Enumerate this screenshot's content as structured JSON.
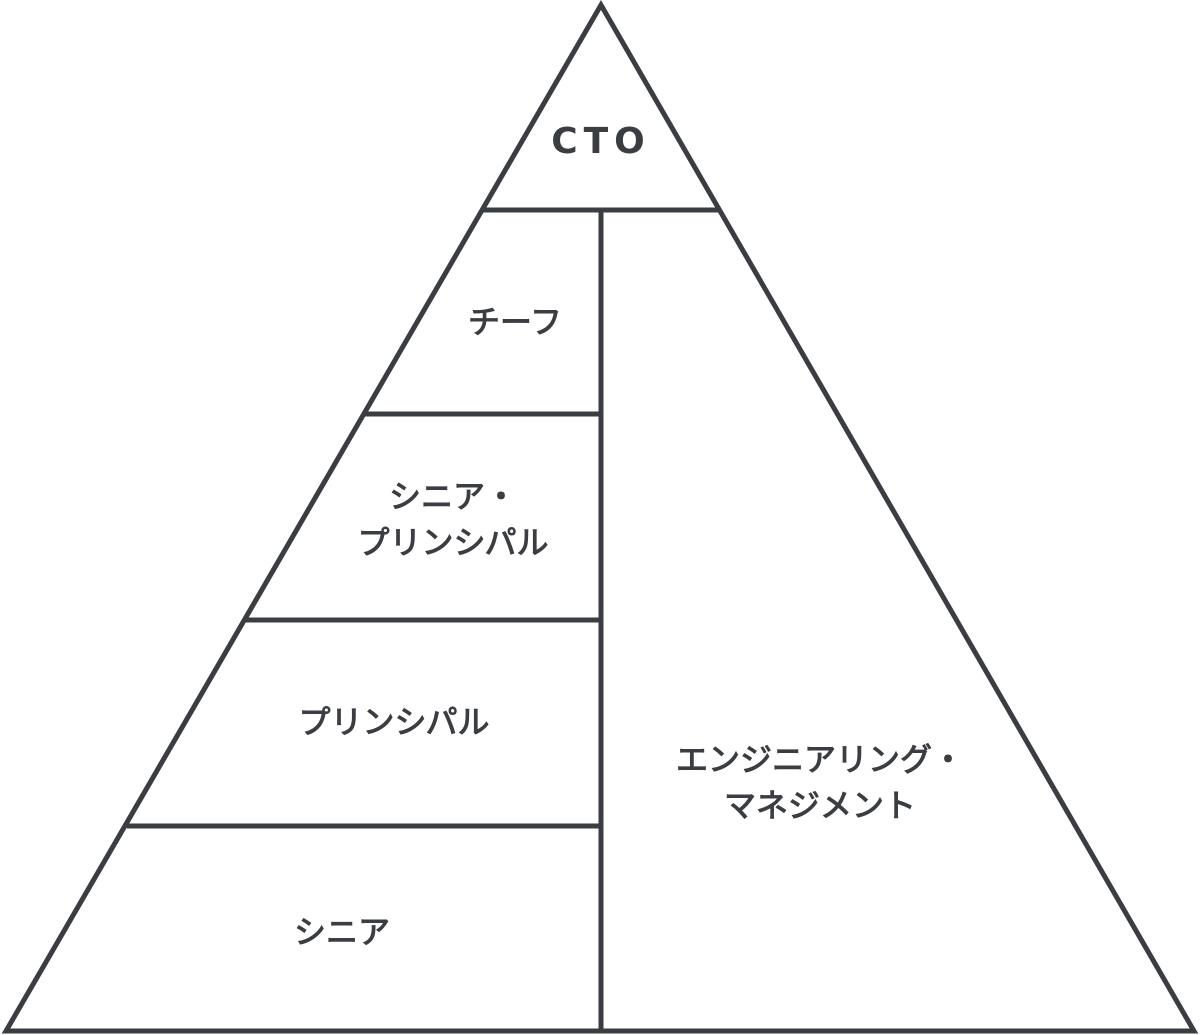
{
  "diagram": {
    "type": "pyramid",
    "stroke_color": "#3a3d42",
    "background": "#ffffff",
    "apex": {
      "label": "CTO"
    },
    "left_tiers": [
      {
        "label": "チーフ"
      },
      {
        "label": "シニア・\nプリンシパル"
      },
      {
        "label": "プリンシパル"
      },
      {
        "label": "シニア"
      }
    ],
    "right_section": {
      "label": "エンジニアリング・\nマネジメント"
    }
  }
}
